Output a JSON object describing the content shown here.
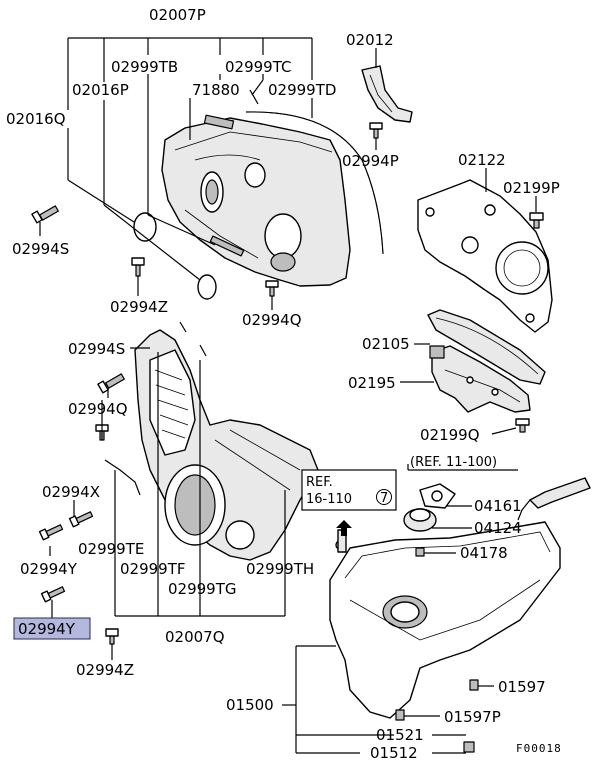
{
  "labels": {
    "p02007P": "02007P",
    "p02999TB": "02999TB",
    "p02999TC": "02999TC",
    "p02016P": "02016P",
    "p71880": "71880",
    "p02999TD": "02999TD",
    "p02016Q": "02016Q",
    "p02012": "02012",
    "p02994P": "02994P",
    "p02122": "02122",
    "p02199P": "02199P",
    "p02994S_top": "02994S",
    "p02994Z_top": "02994Z",
    "p02994Q_top": "02994Q",
    "p02105": "02105",
    "p02195": "02195",
    "p02199Q": "02199Q",
    "p02994S_mid": "02994S",
    "p02994Q_mid": "02994Q",
    "p02994X": "02994X",
    "p02999TE": "02999TE",
    "p02994Y_a": "02994Y",
    "p02994Y_b": "02994Y",
    "p02999TF": "02999TF",
    "p02999TG": "02999TG",
    "p02999TH": "02999TH",
    "p02007Q": "02007Q",
    "p02994Z_bot": "02994Z",
    "p04161": "04161",
    "p04124": "04124",
    "p04178": "04178",
    "p01500": "01500",
    "p01597": "01597",
    "p01597P": "01597P",
    "p01521": "01521",
    "p01512": "01512"
  },
  "references": {
    "ref_16_prefix": "REF.",
    "ref_16_code": "16-110",
    "ref_16_circled": "7",
    "ref_11": "(REF. 11-100)"
  },
  "figure_code": "F00018",
  "highlight_color": "#b4b8de"
}
